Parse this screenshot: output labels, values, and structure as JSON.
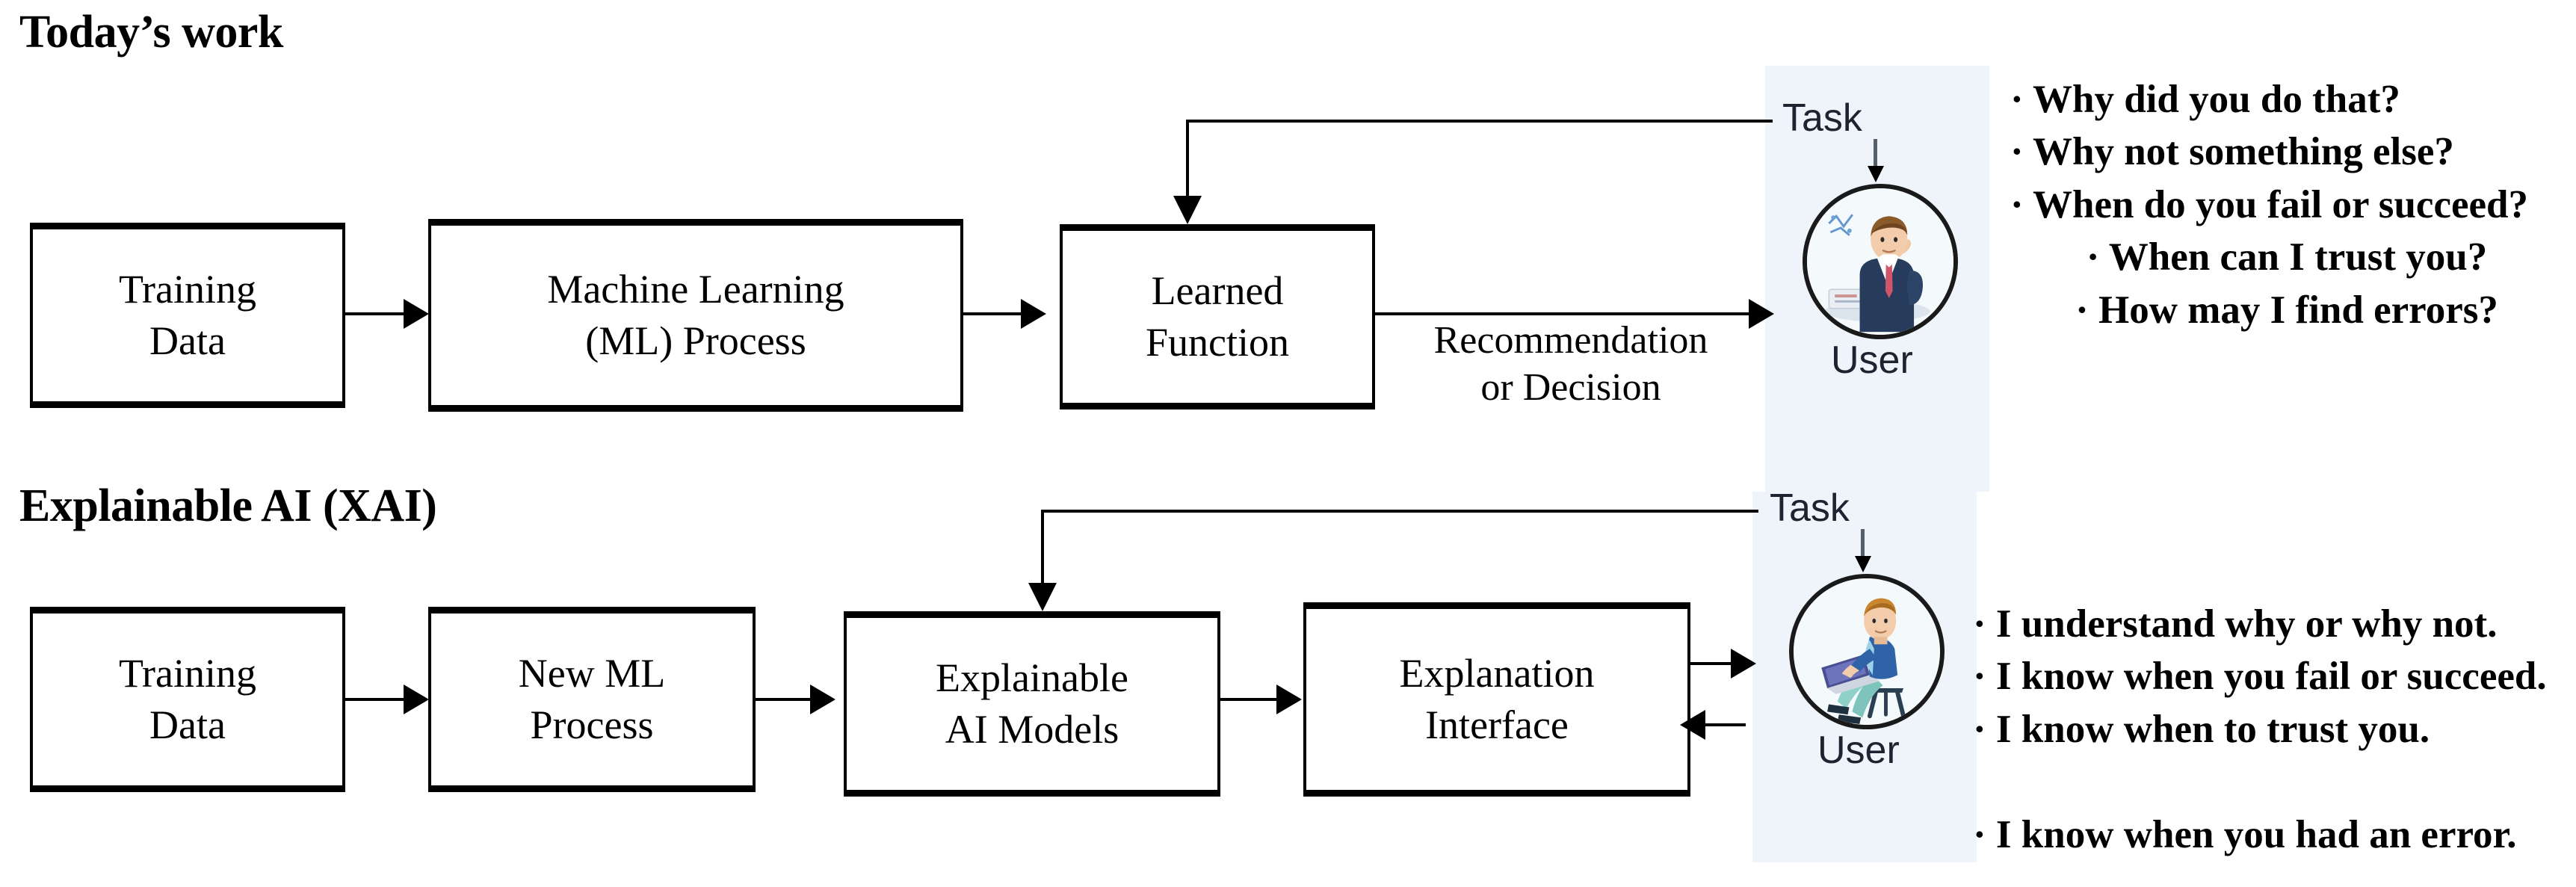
{
  "sections": {
    "top": {
      "title": "Today’s work",
      "boxes": [
        {
          "name": "training-data",
          "lines": [
            "Training",
            "Data"
          ]
        },
        {
          "name": "ml-process",
          "lines": [
            "Machine Learning",
            "(ML) Process"
          ]
        },
        {
          "name": "learned-function",
          "lines": [
            "Learned",
            "Function"
          ]
        }
      ],
      "edge_label": {
        "lines": [
          "Recommendation",
          "or Decision"
        ]
      },
      "task_label": "Task",
      "user_label": "User",
      "bullets": [
        "· Why did you do that?",
        "· Why not something else?",
        "· When do you fail or succeed?",
        "· When can I trust you?",
        "·  How  may  I  find  errors?"
      ]
    },
    "bottom": {
      "title": "Explainable AI (XAI)",
      "boxes": [
        {
          "name": "training-data",
          "lines": [
            "Training",
            "Data"
          ]
        },
        {
          "name": "new-ml-process",
          "lines": [
            "New ML",
            "Process"
          ]
        },
        {
          "name": "explainable-ai-models",
          "lines": [
            "Explainable",
            "AI Models"
          ]
        },
        {
          "name": "explanation-interface",
          "lines": [
            "Explanation",
            "Interface"
          ]
        }
      ],
      "task_label": "Task",
      "user_label": "User",
      "bullets": [
        "· I understand why or why not.",
        "· I know when you fail or succeed.",
        "· I know when to trust you.",
        "",
        "· I know when you had an error."
      ]
    }
  },
  "icons": {
    "user_top": "businessman-thinking-icon",
    "user_bottom": "person-with-laptop-icon"
  },
  "colors": {
    "ink": "#000000",
    "panel_blue": "#eef4f9",
    "suit_navy": "#273b5c",
    "tie_red": "#d0556a",
    "shirt_blue": "#2f63a8",
    "pants_teal": "#8fd0c8",
    "skin": "#f0c9a4",
    "hair_brown": "#8b5a2b"
  }
}
